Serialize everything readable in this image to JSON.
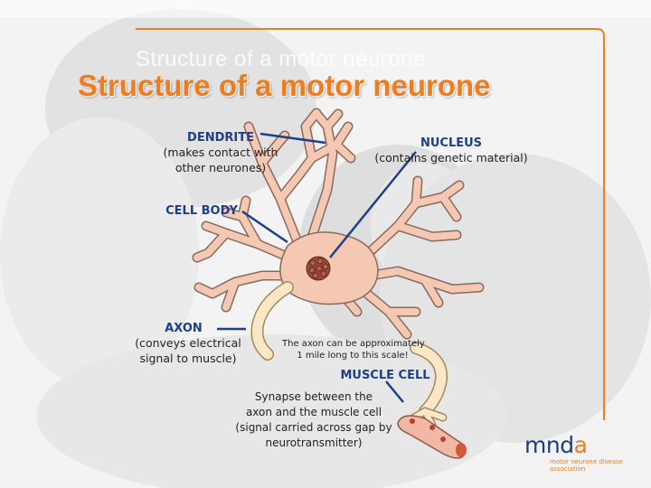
{
  "slide": {
    "title": "Structure of a motor neurone",
    "title_ghost": "Structure of a motor neurone",
    "accent_color": "#f07c1e",
    "label_color": "#1d3f8a"
  },
  "labels": {
    "dendrite": {
      "heading": "DENDRITE",
      "lines": [
        "(makes contact with",
        "other neurones)"
      ]
    },
    "nucleus": {
      "heading": "NUCLEUS",
      "lines": [
        "(contains genetic material)"
      ]
    },
    "cell_body": {
      "heading": "CELL BODY"
    },
    "axon": {
      "heading": "AXON",
      "lines": [
        "(conveys electrical",
        "signal to muscle)"
      ]
    },
    "axon_note": {
      "lines": [
        "The axon can be approximately",
        "1 mile long to this scale!"
      ]
    },
    "muscle_cell": {
      "heading": "MUSCLE CELL"
    },
    "synapse": {
      "lines": [
        "Synapse between the",
        "axon and the muscle cell",
        "(signal carried across gap by",
        "neurotransmitter)"
      ]
    }
  },
  "logo": {
    "word_main": "mnd",
    "word_accent": "a",
    "tagline": [
      "motor neurone disease",
      "association"
    ]
  }
}
